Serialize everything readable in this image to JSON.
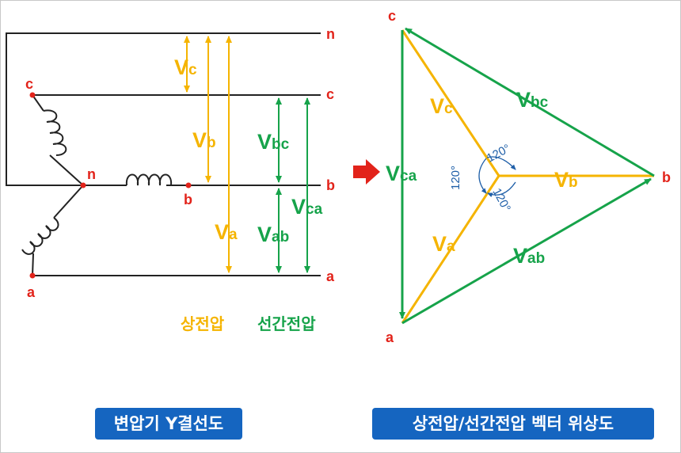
{
  "colors": {
    "phase": "#f5b400",
    "line": "#16a34a",
    "terminal": "#e2231a",
    "angle": "#1f5fa8",
    "caption_bg": "#1565c0",
    "arrow": "#e2231a"
  },
  "circuit": {
    "rail_labels": {
      "n": "n",
      "c": "c",
      "b": "b",
      "a": "a"
    },
    "winding_labels": {
      "c": "c",
      "n": "n",
      "b": "b",
      "a": "a"
    },
    "phase_voltages": {
      "c": {
        "main": "V",
        "sub": "c"
      },
      "b": {
        "main": "V",
        "sub": "b"
      },
      "a": {
        "main": "V",
        "sub": "a"
      }
    },
    "line_voltages": {
      "bc": {
        "main": "V",
        "sub": "bc"
      },
      "ab": {
        "main": "V",
        "sub": "ab"
      },
      "ca": {
        "main": "V",
        "sub": "ca"
      }
    },
    "legend": {
      "phase": "상전압",
      "line": "선간전압"
    }
  },
  "vector": {
    "vertex_labels": {
      "c": "c",
      "b": "b",
      "a": "a"
    },
    "phase_labels": {
      "c": {
        "main": "V",
        "sub": "c"
      },
      "b": {
        "main": "V",
        "sub": "b"
      },
      "a": {
        "main": "V",
        "sub": "a"
      }
    },
    "line_labels": {
      "bc": {
        "main": "V",
        "sub": "bc"
      },
      "ab": {
        "main": "V",
        "sub": "ab"
      },
      "ca": {
        "main": "V",
        "sub": "ca"
      }
    },
    "angles": [
      "120°",
      "120°",
      "120°"
    ]
  },
  "captions": {
    "left": "변압기 Y결선도",
    "right": "상전압/선간전압 벡터 위상도"
  }
}
